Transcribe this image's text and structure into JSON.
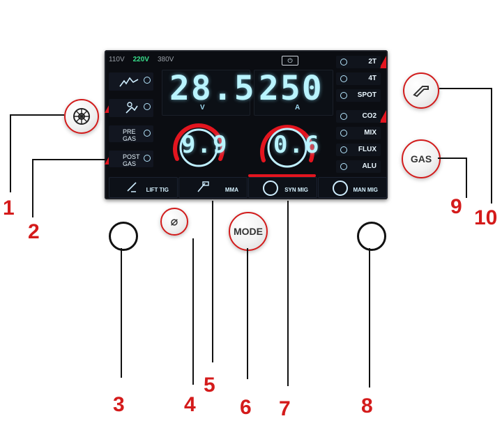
{
  "panel": {
    "voltages": [
      {
        "label": "110V",
        "active": false
      },
      {
        "label": "220V",
        "active": true
      },
      {
        "label": "380V",
        "active": false
      }
    ],
    "power_icon": "power-icon",
    "left_buttons": [
      {
        "label": "",
        "icon": "wave-icon"
      },
      {
        "label": "",
        "icon": "torch-icon"
      },
      {
        "label": "PRE\nGAS",
        "icon": ""
      },
      {
        "label": "POST\nGAS",
        "icon": ""
      }
    ],
    "voltage_display": {
      "value": "28.5",
      "unit": "V"
    },
    "current_display": {
      "value": "250",
      "unit": "A"
    },
    "dial_left": {
      "value": "9.9"
    },
    "dial_right": {
      "value": "0.6"
    },
    "right_items": [
      "2T",
      "4T",
      "SPOT",
      "CO2",
      "MIX",
      "FLUX",
      "ALU"
    ],
    "tabs": [
      {
        "label": "LIFT TIG",
        "icon": "tig-icon"
      },
      {
        "label": "MMA",
        "icon": "electrode-icon"
      },
      {
        "label": "SYN MIG",
        "icon": "wire-reel-icon"
      },
      {
        "label": "MAN MIG",
        "icon": "wire-reel-icon"
      }
    ]
  },
  "controls": {
    "mode_button_label": "MODE",
    "gas_button_label": "GAS"
  },
  "callouts": [
    "1",
    "2",
    "3",
    "4",
    "5",
    "6",
    "7",
    "8",
    "9",
    "10"
  ],
  "colors": {
    "accent_red": "#e3151f",
    "display_cyan": "#b9f4ff",
    "active_green": "#38e08c",
    "panel_bg": "#0b0d12"
  }
}
